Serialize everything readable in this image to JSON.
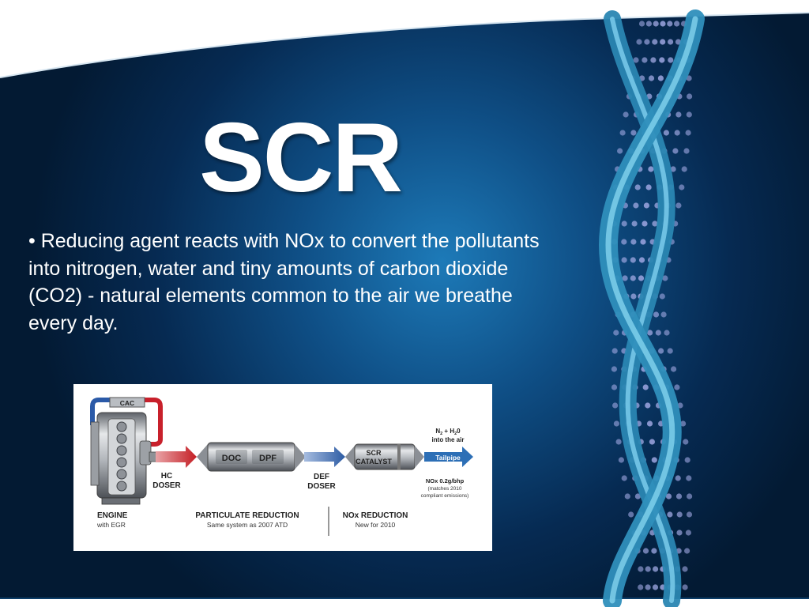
{
  "slide": {
    "title": "SCR",
    "bullet": "• Reducing agent reacts with NOx to convert the pollutants into nitrogen, water and tiny amounts of carbon dioxide (CO2) - natural elements common to the air we breathe every day."
  },
  "diagram": {
    "cac": "CAC",
    "engine_title": "ENGINE",
    "engine_sub": "with EGR",
    "hc_doser_1": "HC",
    "hc_doser_2": "DOSER",
    "doc": "DOC",
    "dpf": "DPF",
    "def_doser_1": "DEF",
    "def_doser_2": "DOSER",
    "scr_1": "SCR",
    "scr_2": "CATALYST",
    "output_n": "N",
    "output_n_sub": "2",
    "output_plus_h": " + H",
    "output_h_sub": "2",
    "output_o": "0",
    "output_line2": "into the air",
    "tailpipe": "Tailpipe",
    "nox_value": "NOx 0.2g/bhp",
    "nox_note_1": "(matches 2010",
    "nox_note_2": "compliant emissions)",
    "particulate_title": "PARTICULATE REDUCTION",
    "particulate_sub": "Same system as 2007 ATD",
    "nox_title": "NOx REDUCTION",
    "nox_sub": "New for 2010"
  },
  "colors": {
    "background_dark": "#031a33",
    "background_glow": "#1d7ab8",
    "dna_strand": "#3f9fc6",
    "dna_rung": "#9ea6e0",
    "hot_pipe": "#c8202b",
    "cool_pipe": "#2b5aa8",
    "doser_red": "#c41e24",
    "def_blue": "#2c5ba3",
    "tailpipe_blue": "#2d6fb6"
  },
  "decor": [
    "dna-helix",
    "exhaust-system-illustration"
  ]
}
